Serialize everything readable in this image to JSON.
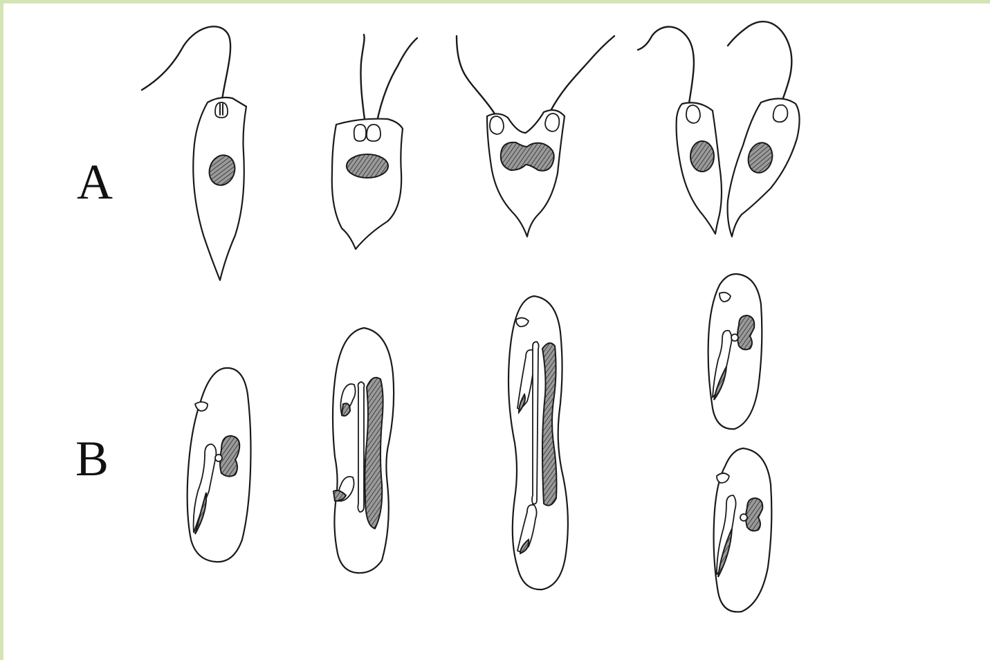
{
  "figure": {
    "row_labels": {
      "a": "A",
      "b": "B"
    },
    "row_a": {
      "cells": [
        "flagellate-stage-1",
        "flagellate-stage-2",
        "flagellate-stage-3",
        "flagellate-stage-4"
      ]
    },
    "row_b": {
      "cells": [
        "ciliate-stage-1",
        "ciliate-stage-2",
        "ciliate-stage-3",
        "ciliate-stage-4"
      ]
    },
    "colors": {
      "border": "#d4e3b8",
      "ink": "#1a1a1a",
      "nucleus_fill": "#8a8a8a"
    }
  }
}
